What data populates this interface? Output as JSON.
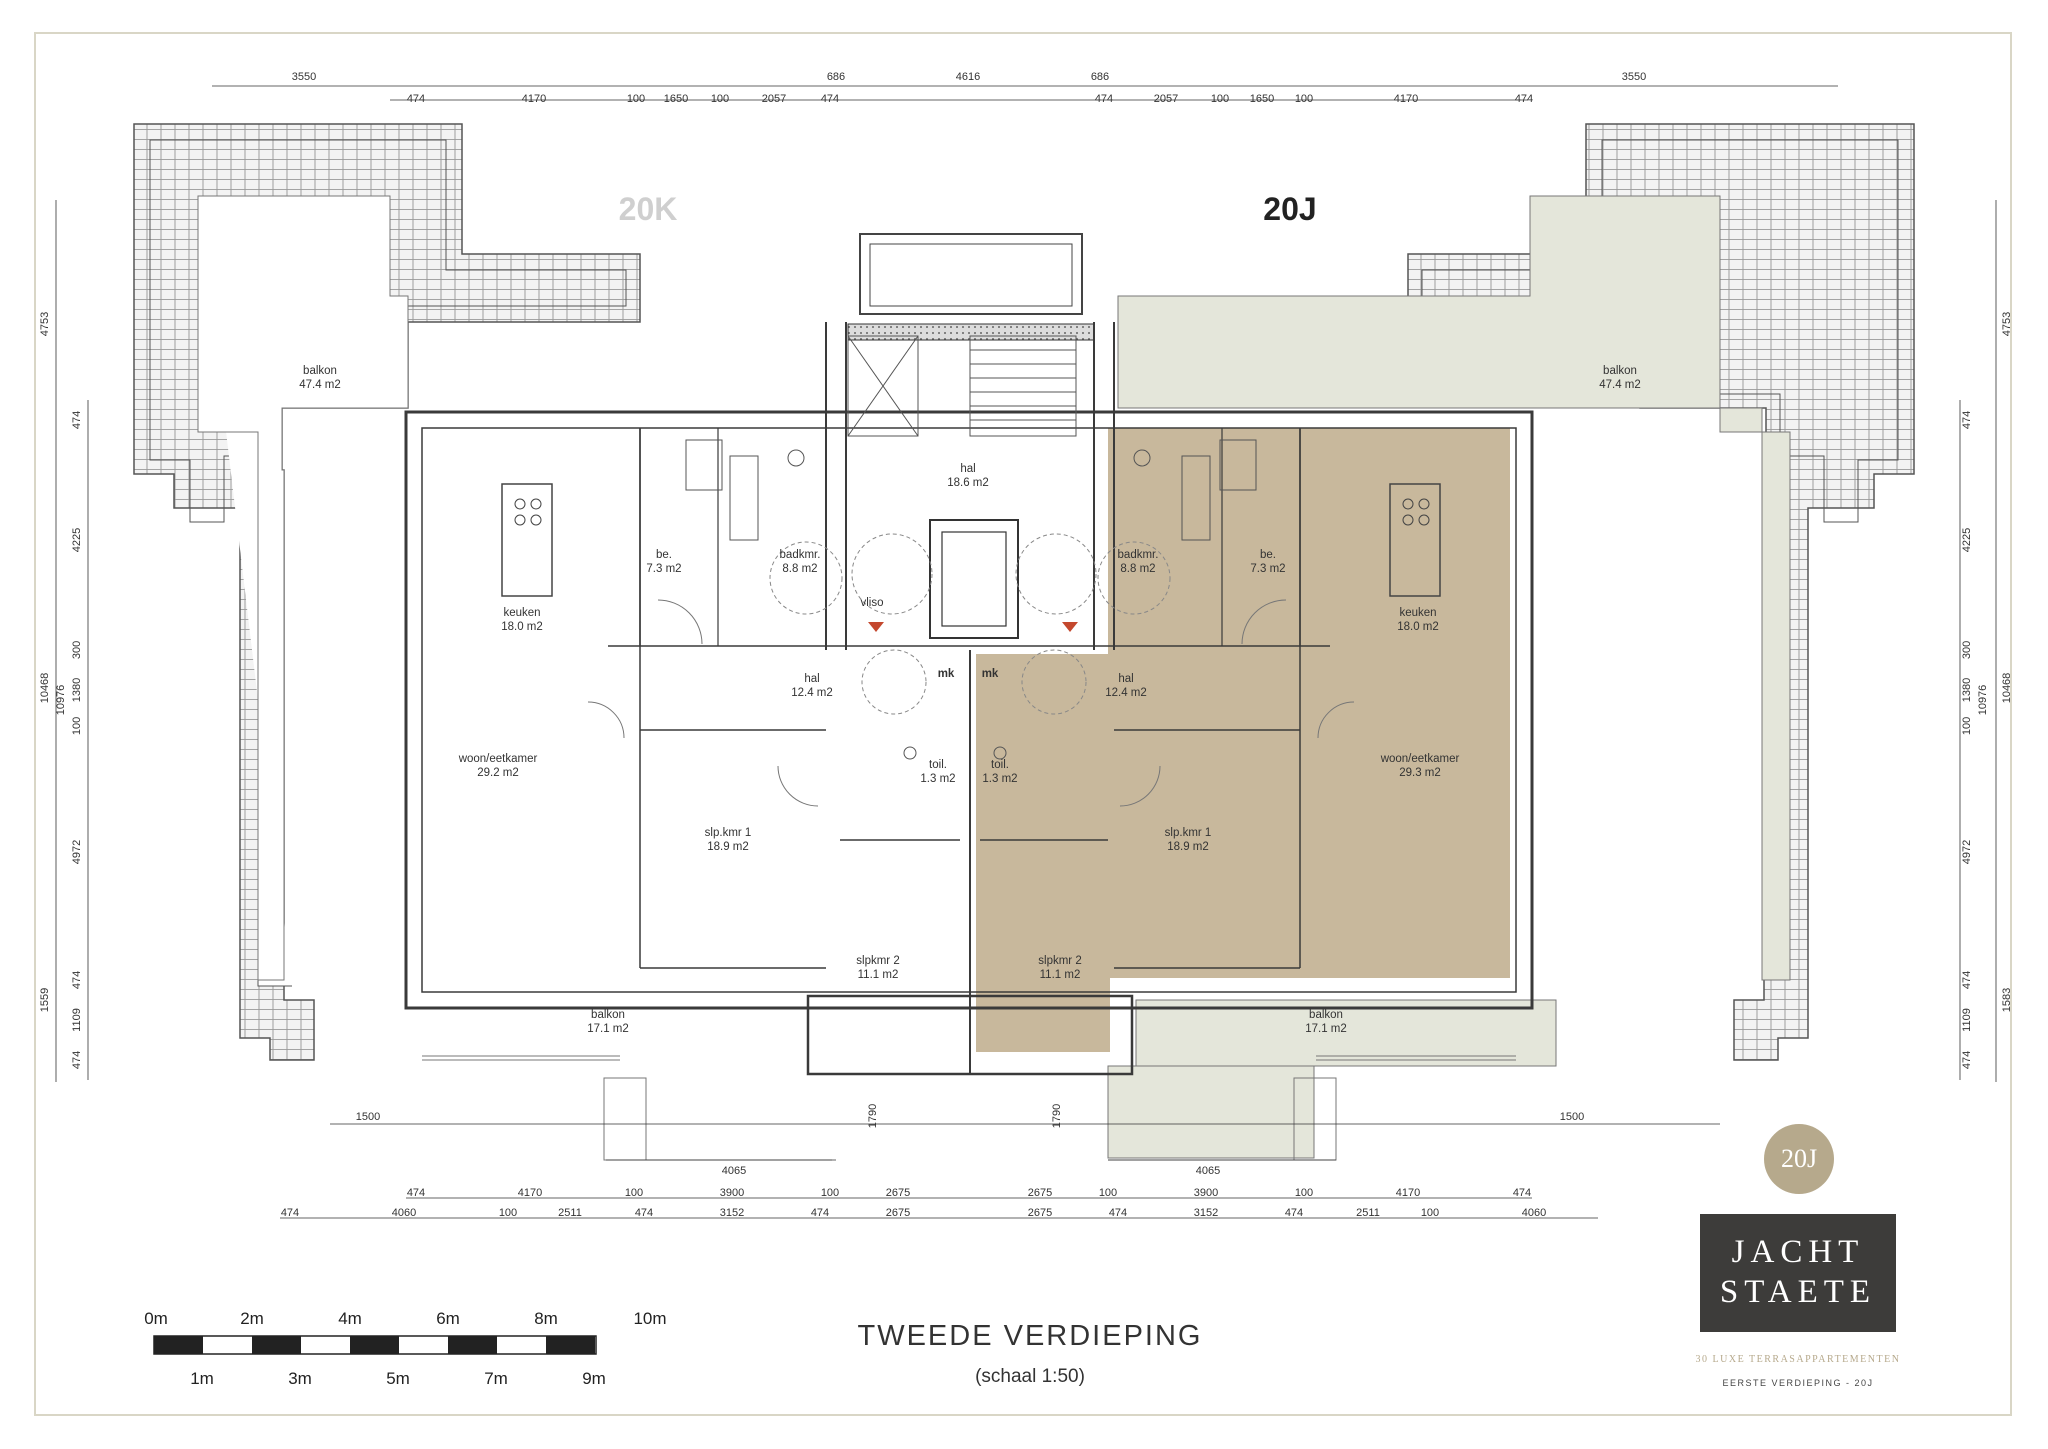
{
  "units": {
    "left": "20K",
    "right": "20J"
  },
  "rooms": {
    "l_balkon_top": {
      "name": "balkon",
      "area": "47.4 m2"
    },
    "l_keuken": {
      "name": "keuken",
      "area": "18.0 m2"
    },
    "l_woon": {
      "name": "woon/eetkamer",
      "area": "29.2 m2"
    },
    "l_be": {
      "name": "be.",
      "area": "7.3 m2"
    },
    "l_badkmr": {
      "name": "badkmr.",
      "area": "8.8 m2"
    },
    "l_hal": {
      "name": "hal",
      "area": "12.4 m2"
    },
    "l_slp1": {
      "name": "slp.kmr 1",
      "area": "18.9 m2"
    },
    "l_slp2": {
      "name": "slpkmr 2",
      "area": "11.1 m2"
    },
    "l_toil": {
      "name": "toil.",
      "area": "1.3 m2"
    },
    "l_balkon_bot": {
      "name": "balkon",
      "area": "17.1 m2"
    },
    "c_hal": {
      "name": "hal",
      "area": "18.6 m2"
    },
    "r_balkon_top": {
      "name": "balkon",
      "area": "47.4 m2"
    },
    "r_keuken": {
      "name": "keuken",
      "area": "18.0 m2"
    },
    "r_woon": {
      "name": "woon/eetkamer",
      "area": "29.3 m2"
    },
    "r_be": {
      "name": "be.",
      "area": "7.3 m2"
    },
    "r_badkmr": {
      "name": "badkmr.",
      "area": "8.8 m2"
    },
    "r_hal": {
      "name": "hal",
      "area": "12.4 m2"
    },
    "r_slp1": {
      "name": "slp.kmr 1",
      "area": "18.9 m2"
    },
    "r_slp2": {
      "name": "slpkmr 2",
      "area": "11.1 m2"
    },
    "r_toil": {
      "name": "toil.",
      "area": "1.3 m2"
    },
    "r_balkon_bot": {
      "name": "balkon",
      "area": "17.1 m2"
    }
  },
  "labels": {
    "mk": "mk",
    "vliso": "vliso"
  },
  "dims_top_1": [
    "3550",
    "686",
    "4616",
    "686",
    "3550"
  ],
  "dims_top_2": [
    "474",
    "4170",
    "100",
    "1650",
    "100",
    "2057",
    "474",
    "474",
    "2057",
    "100",
    "1650",
    "100",
    "4170",
    "474"
  ],
  "dims_left_1": [
    "4753",
    "10468",
    "1559"
  ],
  "dims_left_2": [
    "474",
    "4225",
    "300",
    "1380",
    "100",
    "4972",
    "474",
    "1109",
    "474",
    "10976"
  ],
  "dims_right_1": [
    "4753",
    "10468",
    "1583"
  ],
  "dims_right_2": [
    "474",
    "4225",
    "300",
    "1380",
    "100",
    "4972",
    "474",
    "1109",
    "474",
    "10976"
  ],
  "dims_bot_small": [
    "1500",
    "1500",
    "1790",
    "1790",
    "4065",
    "4065"
  ],
  "dims_bot_1": [
    "474",
    "4170",
    "100",
    "3900",
    "100",
    "2675",
    "2675",
    "100",
    "3900",
    "100",
    "4170",
    "474"
  ],
  "dims_bot_2": [
    "474",
    "4060",
    "100",
    "2511",
    "474",
    "3152",
    "474",
    "2675",
    "2675",
    "474",
    "3152",
    "474",
    "2511",
    "100",
    "4060"
  ],
  "scale_bar": {
    "top_labels": [
      "0m",
      "2m",
      "4m",
      "6m",
      "8m",
      "10m"
    ],
    "bottom_labels": [
      "1m",
      "3m",
      "5m",
      "7m",
      "9m"
    ]
  },
  "title": "TWEEDE VERDIEPING",
  "scale_note": "(schaal 1:50)",
  "brand": {
    "badge": "20J",
    "line1": "JACHT",
    "line2": "STAETE",
    "tagline": "30 LUXE TERRASAPPARTEMENTEN",
    "subline": "EERSTE VERDIEPING - 20J"
  },
  "colors": {
    "highlight_room": "#c8b89c",
    "highlight_terrace": "#e4e6da",
    "wall": "#3a3a3a",
    "roof": "#9a9a9a",
    "frame": "#d9d6c6",
    "badge": "#b6a98c",
    "brand_bg": "#3d3c3a"
  }
}
